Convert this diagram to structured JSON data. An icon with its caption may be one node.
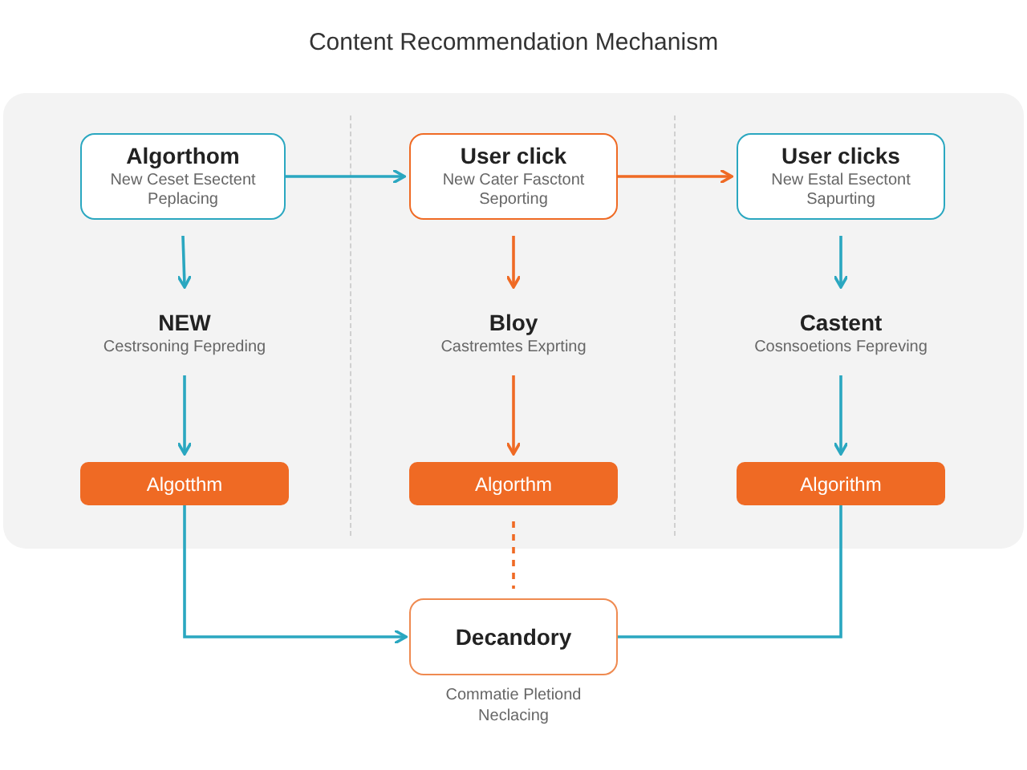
{
  "diagram": {
    "title": "Content Recommendation Mechanism",
    "nodes": [
      {
        "text": [
          "Algorthom",
          "New Ceset Esectent Peplacing"
        ]
      },
      {
        "text": [
          "User click",
          "New Cater Fasctont Seporting"
        ]
      },
      {
        "text": [
          "User clicks",
          "New Estal Esectont Sapurting"
        ]
      },
      {
        "text": [
          "NEW",
          "Cestrsoning Fepreding"
        ]
      },
      {
        "text": [
          "Bloy",
          "Castremtes Exprting"
        ]
      },
      {
        "text": [
          "Castent",
          "Cosnsoetions Fepreving"
        ]
      },
      {
        "text": [
          "Algotthm"
        ]
      },
      {
        "text": [
          "Algorthm"
        ]
      },
      {
        "text": [
          "Algorithm"
        ]
      },
      {
        "text": [
          "Decandory"
        ],
        "beside": [
          "Commatie Pletiond Neclacing"
        ]
      }
    ],
    "edges": [
      {
        "from": 0,
        "to": 1,
        "arrow": "to"
      },
      {
        "from": 1,
        "to": 2,
        "arrow": "to",
        "color": "#ef6a24"
      },
      {
        "from": 0,
        "to": 3,
        "arrow": "to"
      },
      {
        "from": 1,
        "to": 4,
        "arrow": "to",
        "color": "#ef6a24"
      },
      {
        "from": 2,
        "to": 5,
        "arrow": "to"
      },
      {
        "from": 3,
        "to": 6,
        "arrow": "to"
      },
      {
        "from": 4,
        "to": 7,
        "arrow": "to",
        "color": "#ef6a24"
      },
      {
        "from": 5,
        "to": 8,
        "arrow": "to"
      },
      {
        "from": 6,
        "to": 9,
        "arrow": "to"
      },
      {
        "from": 7,
        "to": 9,
        "arrow": "none",
        "style": "dashed",
        "color": "#ef6a24"
      },
      {
        "from": 8,
        "to": 9,
        "arrow": "none"
      }
    ]
  }
}
